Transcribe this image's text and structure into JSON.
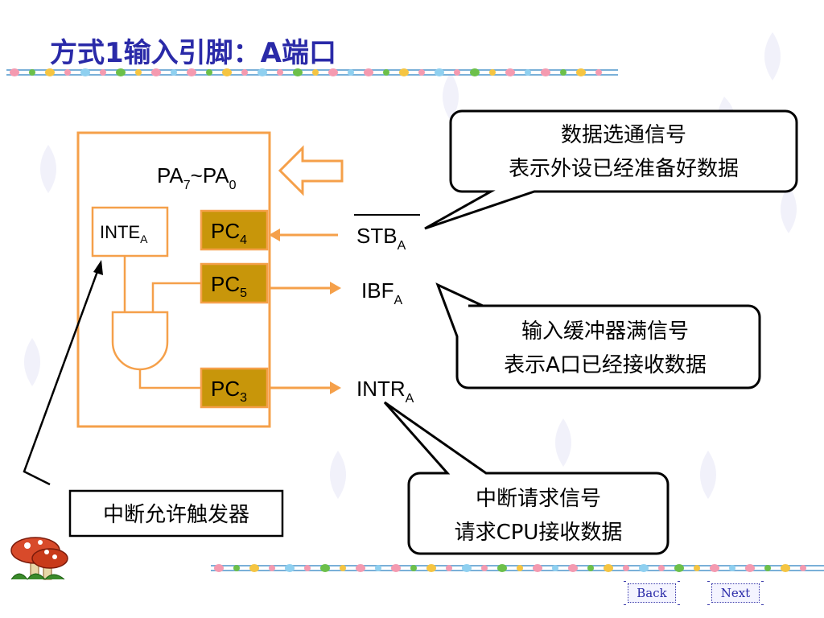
{
  "slide": {
    "title": "方式1输入引脚：A端口"
  },
  "diagram": {
    "pa_label": "PA",
    "pa_sub_high": "7",
    "pa_tilde": "~PA",
    "pa_sub_low": "0",
    "inte_label": "INTE",
    "inte_sub": "A",
    "pc4_label": "PC",
    "pc4_sub": "4",
    "pc5_label": "PC",
    "pc5_sub": "5",
    "pc3_label": "PC",
    "pc3_sub": "3",
    "stb_label": "STB",
    "stb_sub": "A",
    "ibf_label": "IBF",
    "ibf_sub": "A",
    "intr_label": "INTR",
    "intr_sub": "A",
    "flipflop_label": "中断允许触发器"
  },
  "callouts": {
    "stb_line1": "数据选通信号",
    "stb_line2": "表示外设已经准备好数据",
    "ibf_line1": "输入缓冲器满信号",
    "ibf_line2": "表示A口已经接收数据",
    "intr_line1": "中断请求信号",
    "intr_line2": "请求CPU接收数据"
  },
  "nav": {
    "back_label": "Back",
    "next_label": "Next"
  },
  "colors": {
    "orange": "#f5a04a",
    "pin_fill": "#c8960a",
    "title_blue": "#2a2aa8"
  }
}
